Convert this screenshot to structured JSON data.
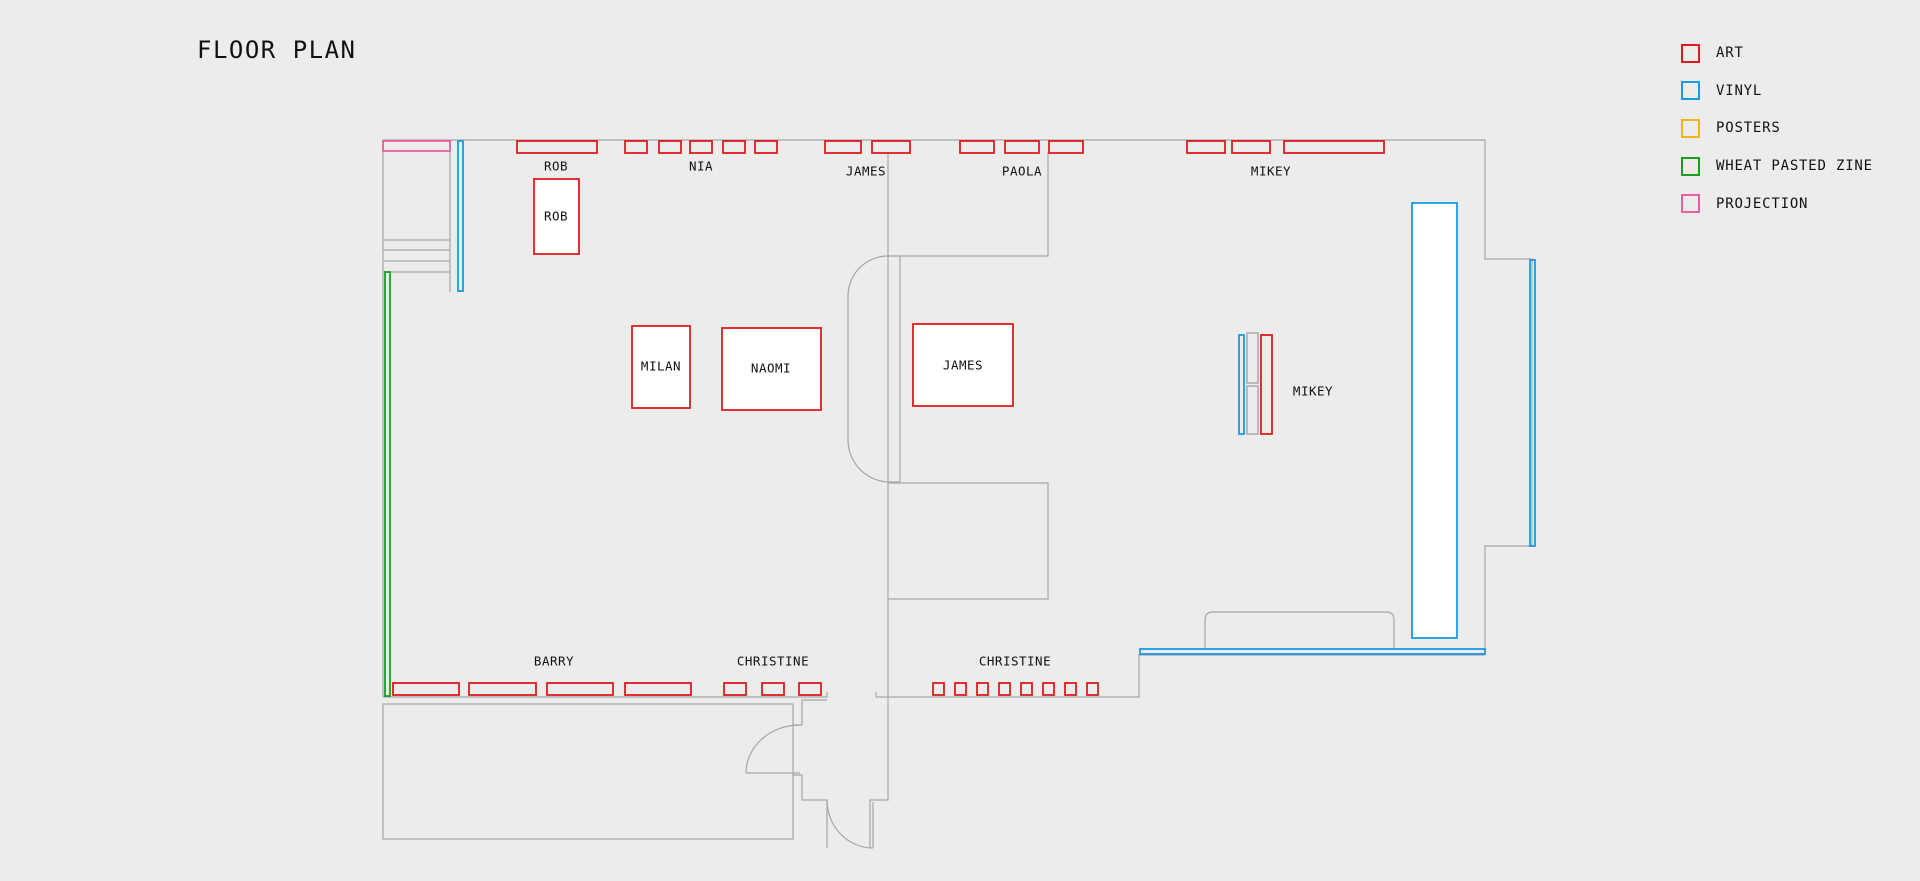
{
  "title": "FLOOR PLAN",
  "colors": {
    "art": "#e01b1b",
    "vinyl": "#1a9ae3",
    "posters": "#f2b21b",
    "zine": "#17a020",
    "projection": "#ec5ea0",
    "wall": "#a6a6a6",
    "background": "#ececec"
  },
  "legend": [
    {
      "label": "ART",
      "category": "art"
    },
    {
      "label": "VINYL",
      "category": "vinyl"
    },
    {
      "label": "POSTERS",
      "category": "posters"
    },
    {
      "label": "WHEAT PASTED ZINE",
      "category": "zine"
    },
    {
      "label": "PROJECTION",
      "category": "projection"
    }
  ],
  "labels": {
    "rob_wall": "ROB",
    "nia_wall": "NIA",
    "james_wall": "JAMES",
    "paola_wall": "PAOLA",
    "mikey_wall": "MIKEY",
    "rob_plinth": "ROB",
    "milan_plinth": "MILAN",
    "naomi_plinth": "NAOMI",
    "james_plinth": "JAMES",
    "mikey_island": "MIKEY",
    "barry_wall": "BARRY",
    "christine_wall_left": "CHRISTINE",
    "christine_wall_right": "CHRISTINE"
  }
}
